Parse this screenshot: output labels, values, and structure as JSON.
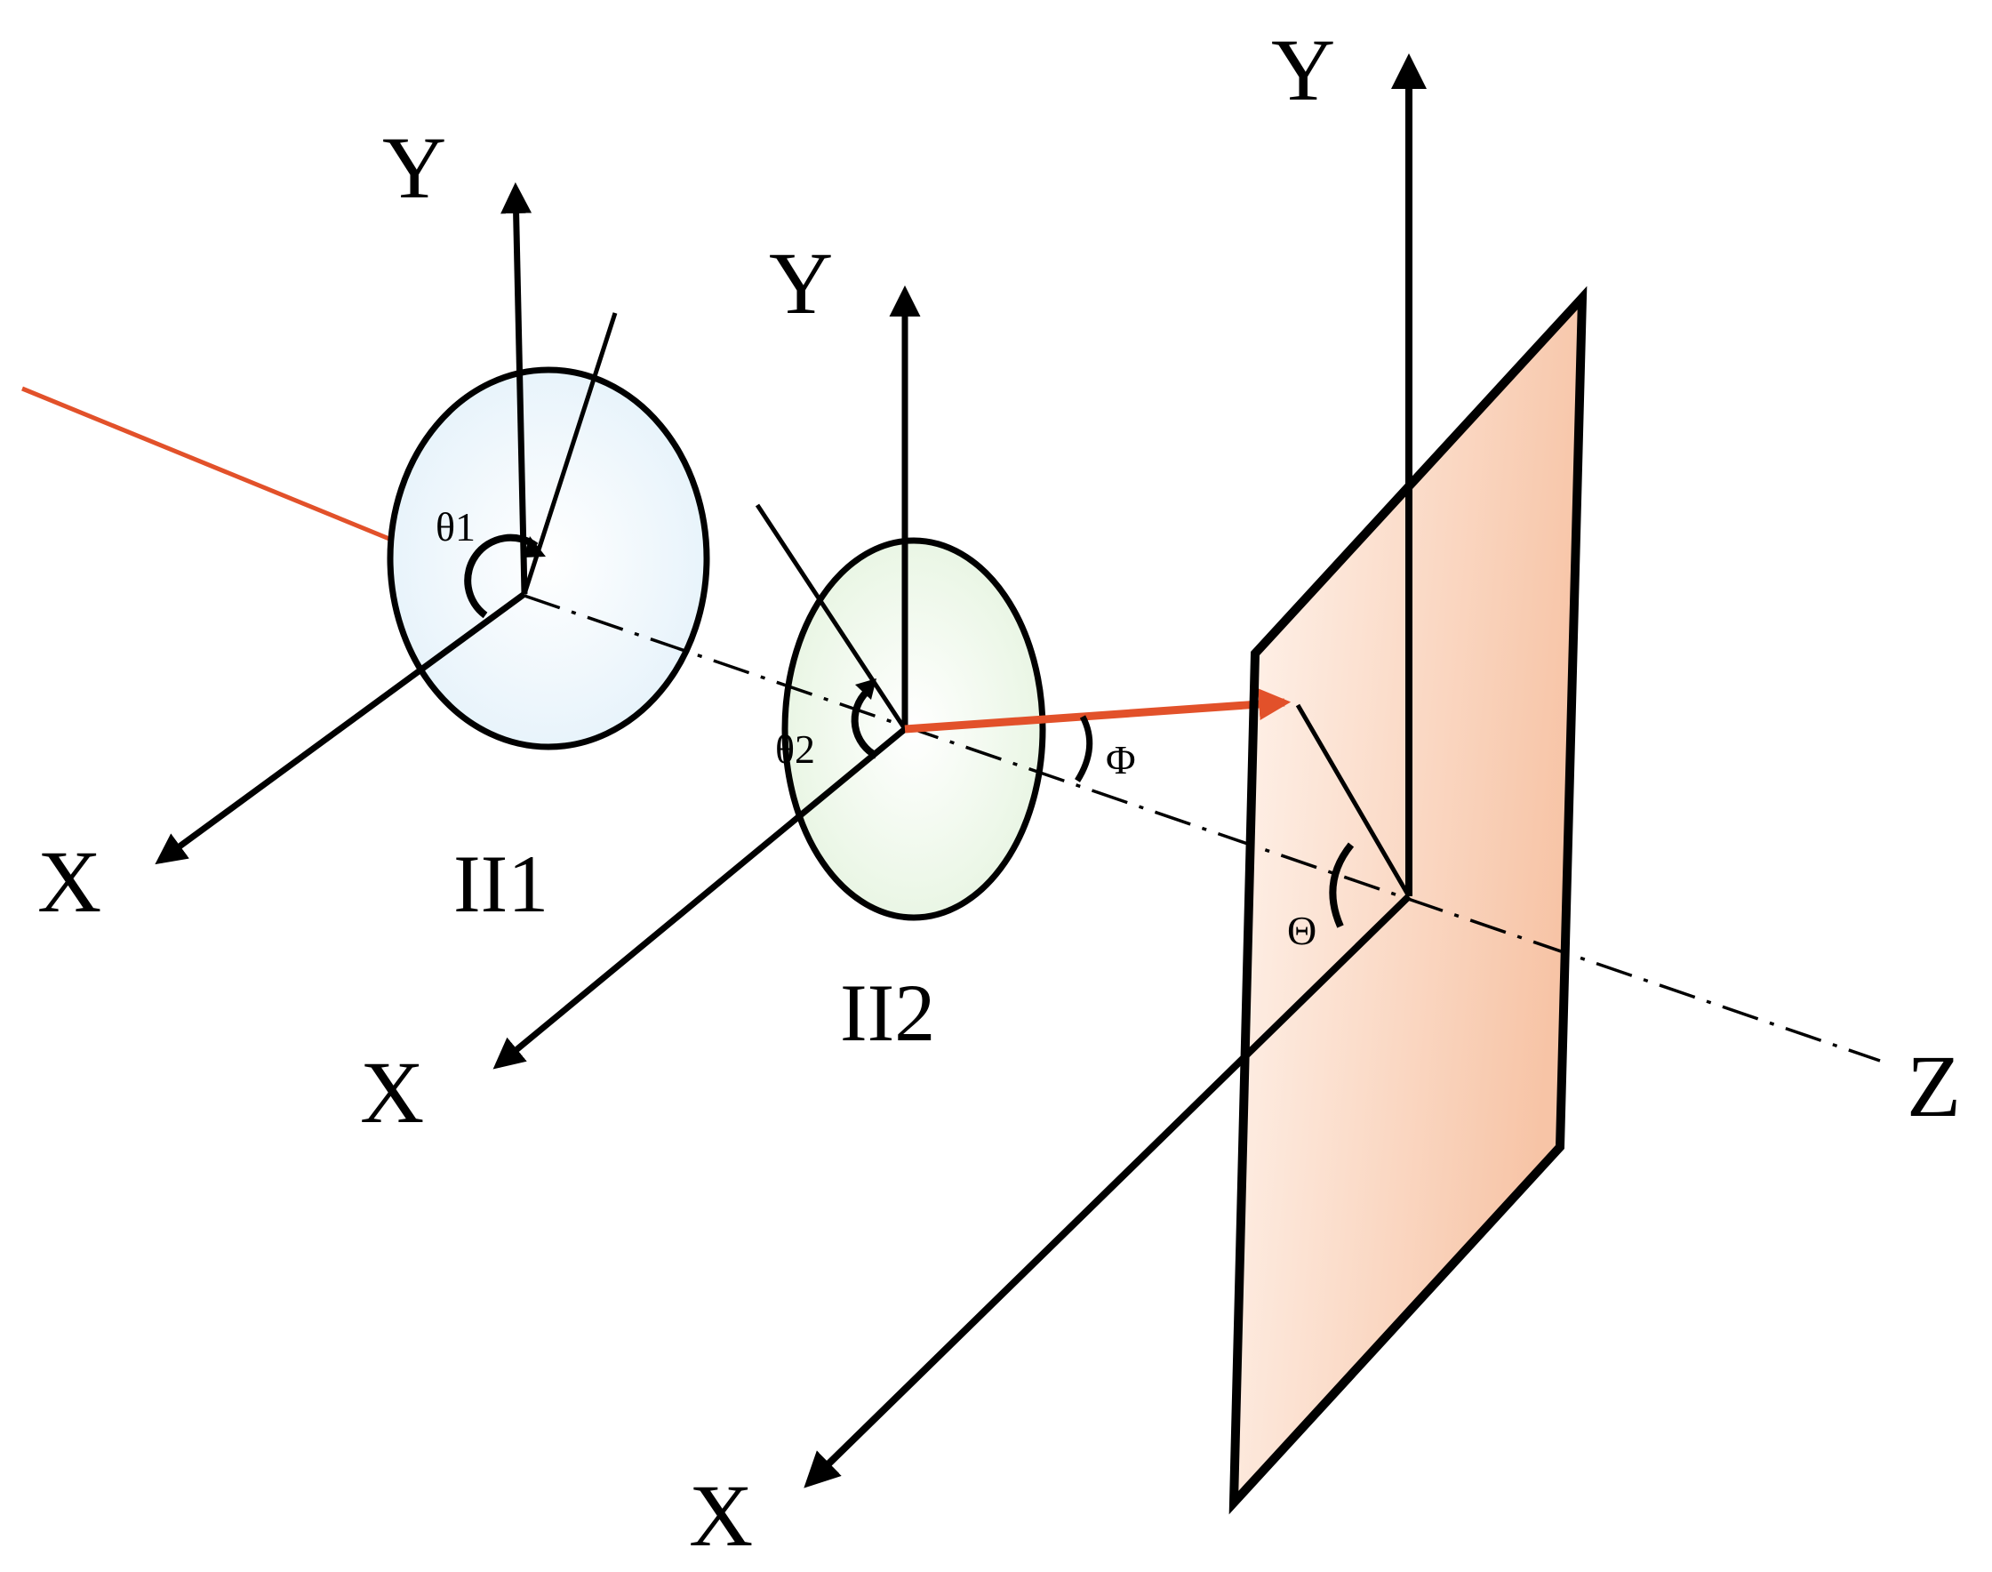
{
  "labels": {
    "element1_name": "II1",
    "element2_name": "II2",
    "theta1": "θ1",
    "theta2": "θ2",
    "phi": "Φ",
    "big_theta": "Θ",
    "axis_y": "Y",
    "axis_x": "X",
    "axis_z": "Z"
  },
  "colors": {
    "beam": "#E2512A",
    "line": "#000000",
    "disk1_fill": "#E3F1FA",
    "disk2_fill": "#E5F4DF",
    "screen_fill_light": "#FFF6F0",
    "screen_fill_dark": "#F7C4A6"
  }
}
